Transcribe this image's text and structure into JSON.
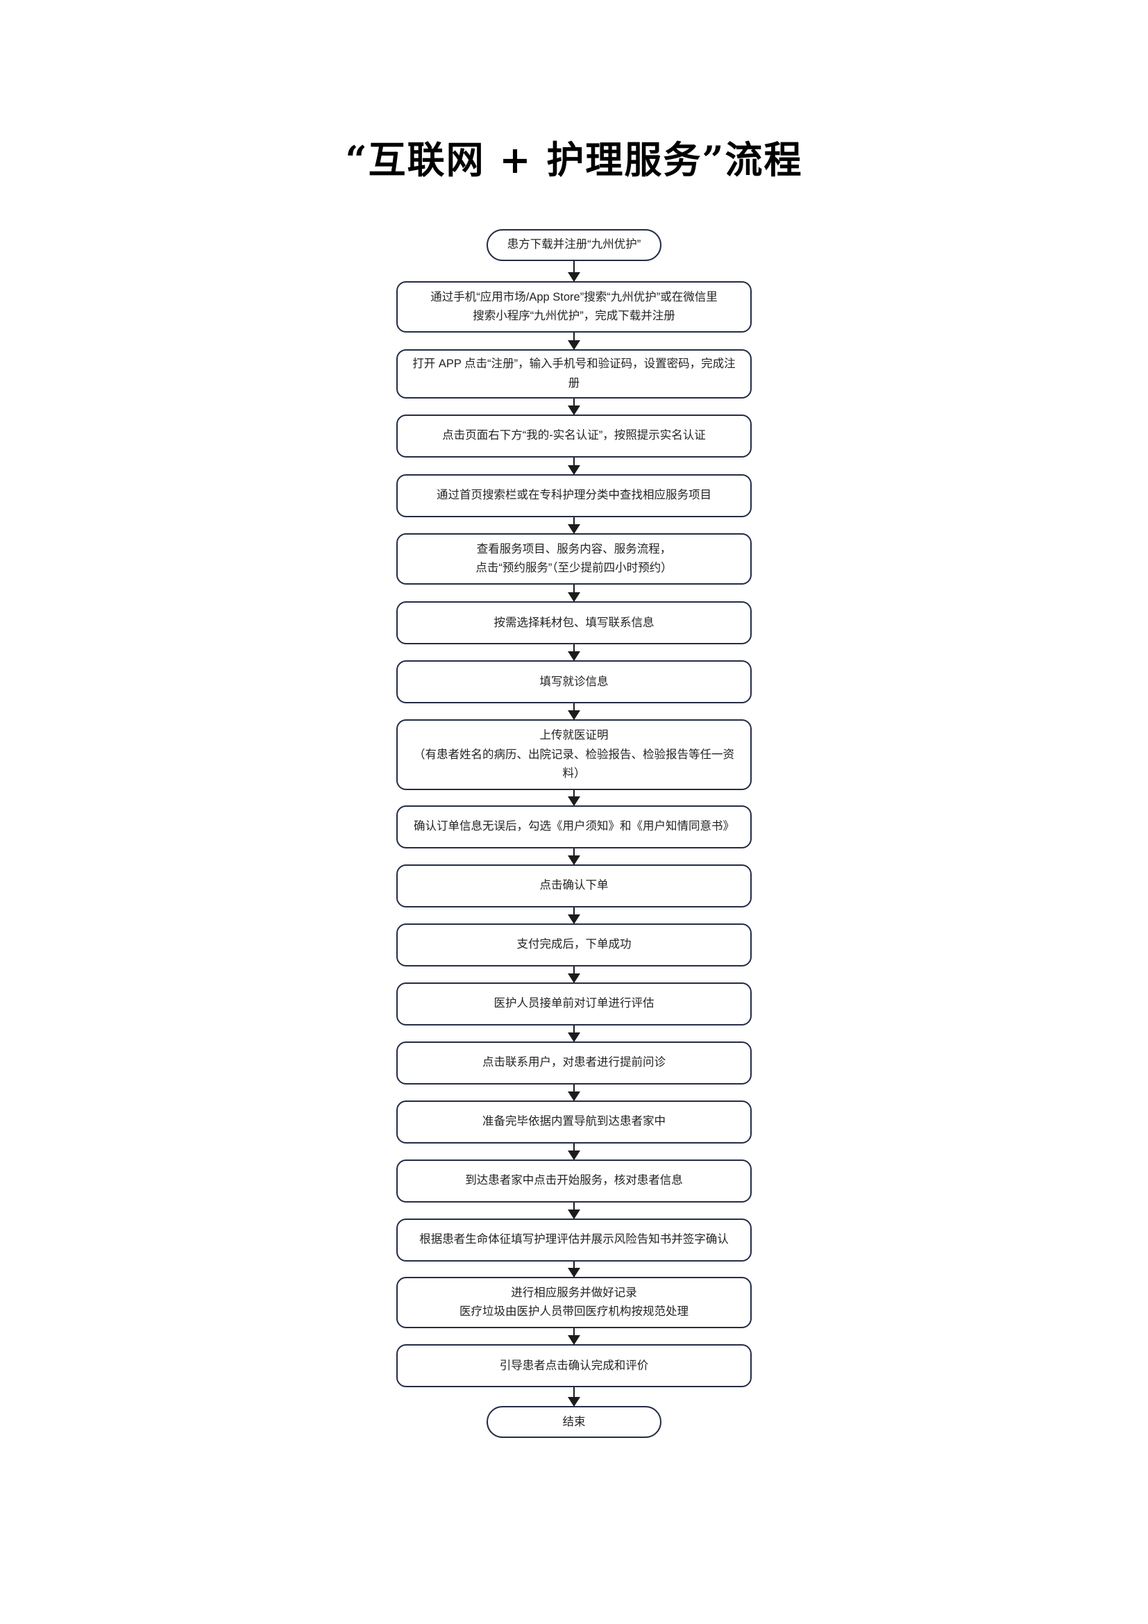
{
  "page": {
    "title": "“互联网 + 护理服务”流程",
    "background_color": "#ffffff",
    "node_border_color": "#252c45",
    "connector_color": "#1c1c1c",
    "text_color": "#232323"
  },
  "flowchart": {
    "type": "flowchart",
    "direction": "top-to-bottom",
    "start": {
      "shape": "terminal",
      "label": "患方下载并注册“九州优护”"
    },
    "end": {
      "shape": "terminal",
      "label": "结束"
    },
    "steps": [
      {
        "index": 1,
        "shape": "process",
        "lines": 2,
        "label": "通过手机“应用市场/App Store”搜索“九州优护”或在微信里\n搜索小程序“九州优护”，完成下载并注册"
      },
      {
        "index": 2,
        "shape": "process",
        "lines": 1,
        "label": "打开 APP 点击“注册”，输入手机号和验证码，设置密码，完成注册"
      },
      {
        "index": 3,
        "shape": "process",
        "lines": 1,
        "label": "点击页面右下方“我的-实名认证”，按照提示实名认证"
      },
      {
        "index": 4,
        "shape": "process",
        "lines": 1,
        "label": "通过首页搜索栏或在专科护理分类中查找相应服务项目"
      },
      {
        "index": 5,
        "shape": "process",
        "lines": 2,
        "label": "查看服务项目、服务内容、服务流程，\n点击“预约服务”（至少提前四小时预约）"
      },
      {
        "index": 6,
        "shape": "process",
        "lines": 1,
        "label": "按需选择耗材包、填写联系信息"
      },
      {
        "index": 7,
        "shape": "process",
        "lines": 1,
        "label": "填写就诊信息"
      },
      {
        "index": 8,
        "shape": "process",
        "lines": 2,
        "label": "上传就医证明\n（有患者姓名的病历、出院记录、检验报告、检验报告等任一资料）"
      },
      {
        "index": 9,
        "shape": "process",
        "lines": 1,
        "label": "确认订单信息无误后，勾选《用户须知》和《用户知情同意书》"
      },
      {
        "index": 10,
        "shape": "process",
        "lines": 1,
        "label": "点击确认下单"
      },
      {
        "index": 11,
        "shape": "process",
        "lines": 1,
        "label": "支付完成后，下单成功"
      },
      {
        "index": 12,
        "shape": "process",
        "lines": 1,
        "label": "医护人员接单前对订单进行评估"
      },
      {
        "index": 13,
        "shape": "process",
        "lines": 1,
        "label": "点击联系用户，对患者进行提前问诊"
      },
      {
        "index": 14,
        "shape": "process",
        "lines": 1,
        "label": "准备完毕依据内置导航到达患者家中"
      },
      {
        "index": 15,
        "shape": "process",
        "lines": 1,
        "label": "到达患者家中点击开始服务，核对患者信息"
      },
      {
        "index": 16,
        "shape": "process",
        "lines": 1,
        "label": "根据患者生命体征填写护理评估并展示风险告知书并签字确认"
      },
      {
        "index": 17,
        "shape": "process",
        "lines": 2,
        "label": "进行相应服务并做好记录\n医疗垃圾由医护人员带回医疗机构按规范处理"
      },
      {
        "index": 18,
        "shape": "process",
        "lines": 1,
        "label": "引导患者点击确认完成和评价"
      }
    ]
  }
}
